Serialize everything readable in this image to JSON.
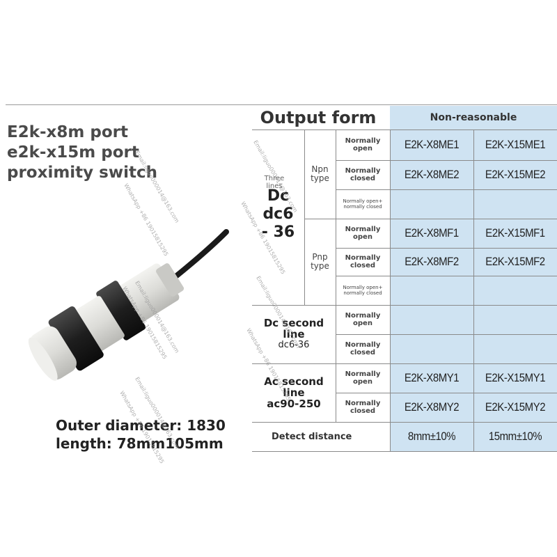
{
  "product_title": [
    "E2k-x8m port",
    "e2k-x15m port",
    "proximity switch"
  ],
  "dimensions": [
    "Outer diameter: 1830",
    "length: 78mm105mm"
  ],
  "table": {
    "header_left": "Output form",
    "header_right": "Non-reasonable",
    "dc_label": [
      "Dc",
      "dc6",
      "- 36"
    ],
    "dc_overlay": [
      "Three",
      "lines"
    ],
    "npn_type": [
      "Npn",
      "type"
    ],
    "pnp_type": [
      "Pnp",
      "type"
    ],
    "dc_second": [
      "Dc second",
      "line",
      "dc6-36"
    ],
    "ac_second": [
      "Ac second",
      "line",
      "ac90-250"
    ],
    "normally_open": [
      "Normally",
      "open"
    ],
    "normally_closed": [
      "Normally",
      "closed"
    ],
    "open_closed": [
      "Normally open+",
      "normally closed"
    ],
    "models": {
      "npn_no": [
        "E2K-X8ME1",
        "E2K-X15ME1"
      ],
      "npn_nc": [
        "E2K-X8ME2",
        "E2K-X15ME2"
      ],
      "pnp_no": [
        "E2K-X8MF1",
        "E2K-X15MF1"
      ],
      "pnp_nc": [
        "E2K-X8MF2",
        "E2K-X15MF2"
      ],
      "ac_no": [
        "E2K-X8MY1",
        "E2K-X15MY1"
      ],
      "ac_nc": [
        "E2K-X8MY2",
        "E2K-X15MY2"
      ]
    },
    "detect_label": "Detect distance",
    "detect_values": [
      "8mm±10%",
      "15mm±10%"
    ]
  },
  "watermark": [
    "Email:liguo000014@163.com",
    "WhatsApp +86 19015815295"
  ],
  "colors": {
    "table_shade": "#cfe3f2",
    "sensor_body": "#e9e9e6",
    "sensor_ring": "#2a2a2a"
  }
}
